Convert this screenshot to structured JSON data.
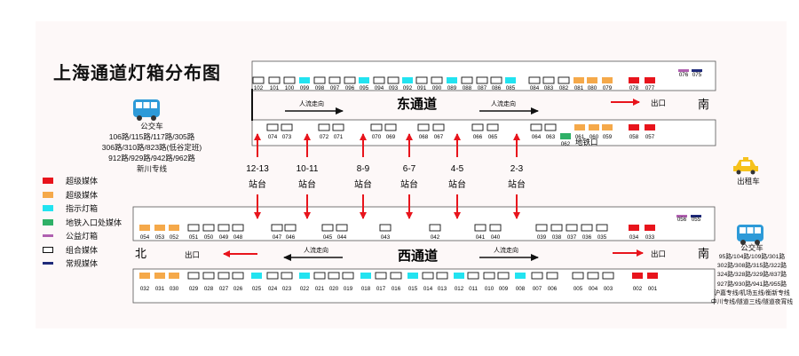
{
  "title": "上海通道灯箱分布图",
  "colors": {
    "super": "#e8141c",
    "premium": "#f5a94a",
    "indicator": "#22e3f0",
    "metro": "#2fb067",
    "public": "#b060b0",
    "combo": "#ffffff",
    "regular": "#1f2a7a",
    "arrow": "#e8141c"
  },
  "legend": [
    {
      "label": "超级媒体",
      "type": "super"
    },
    {
      "label": "超级媒体",
      "type": "premium"
    },
    {
      "label": "指示灯箱",
      "type": "indicator"
    },
    {
      "label": "地铁入口处媒体",
      "type": "metro"
    },
    {
      "label": "公益灯箱",
      "type": "public"
    },
    {
      "label": "组合媒体",
      "type": "combo"
    },
    {
      "label": "常规媒体",
      "type": "regular"
    }
  ],
  "bus_left": {
    "label": "公交车",
    "lines": [
      "106路/115路/117路/305路",
      "306路/310路/823路(低谷定班)",
      "912路/929路/942路/962路",
      "新川专线"
    ]
  },
  "taxi": {
    "label": "出租车"
  },
  "bus_right": {
    "label": "公交车",
    "lines": [
      "95路/104路/109路/301路",
      "302路/308路/315路/322路",
      "324路/328路/329路/837路",
      "927路/930路/941路/955路",
      "沪嘉专线/机场五线/衡新专线",
      "中川专线/隧道三线/隧道夜宵线"
    ]
  },
  "east": {
    "name": "东通道",
    "flow": [
      "人流走向",
      "人流走向"
    ],
    "exit": "出口",
    "south": "南",
    "metro_exit": "地铁口",
    "top_row": [
      {
        "n": "102",
        "t": "combo"
      },
      {
        "n": "101",
        "t": "combo"
      },
      {
        "n": "100",
        "t": "combo"
      },
      {
        "n": "099",
        "t": "indicator"
      },
      {
        "n": "098",
        "t": "combo"
      },
      {
        "n": "097",
        "t": "combo"
      },
      {
        "n": "096",
        "t": "combo"
      },
      {
        "n": "095",
        "t": "indicator"
      },
      {
        "n": "094",
        "t": "combo"
      },
      {
        "n": "093",
        "t": "combo"
      },
      {
        "n": "092",
        "t": "indicator"
      },
      {
        "n": "091",
        "t": "combo"
      },
      {
        "n": "090",
        "t": "combo"
      },
      {
        "n": "089",
        "t": "indicator"
      },
      {
        "n": "088",
        "t": "combo"
      },
      {
        "n": "087",
        "t": "combo"
      },
      {
        "n": "086",
        "t": "combo"
      },
      {
        "n": "085",
        "t": "indicator"
      },
      {
        "n": "084",
        "t": "combo"
      },
      {
        "n": "083",
        "t": "combo"
      },
      {
        "n": "082",
        "t": "combo"
      },
      {
        "n": "081",
        "t": "premium"
      },
      {
        "n": "080",
        "t": "premium"
      },
      {
        "n": "079",
        "t": "premium"
      },
      {
        "n": "078",
        "t": "super"
      },
      {
        "n": "077",
        "t": "super"
      },
      {
        "n": "076",
        "t": "public"
      },
      {
        "n": "075",
        "t": "regular"
      }
    ],
    "bottom_row": [
      {
        "n": "074",
        "t": "combo"
      },
      {
        "n": "073",
        "t": "combo"
      },
      {
        "n": "072",
        "t": "combo"
      },
      {
        "n": "071",
        "t": "combo"
      },
      {
        "n": "070",
        "t": "combo"
      },
      {
        "n": "069",
        "t": "combo"
      },
      {
        "n": "068",
        "t": "combo"
      },
      {
        "n": "067",
        "t": "combo"
      },
      {
        "n": "066",
        "t": "combo"
      },
      {
        "n": "065",
        "t": "combo"
      },
      {
        "n": "064",
        "t": "combo"
      },
      {
        "n": "063",
        "t": "combo"
      },
      {
        "n": "062",
        "t": "metro"
      },
      {
        "n": "061",
        "t": "premium"
      },
      {
        "n": "060",
        "t": "premium"
      },
      {
        "n": "059",
        "t": "premium"
      },
      {
        "n": "058",
        "t": "super"
      },
      {
        "n": "057",
        "t": "super"
      }
    ]
  },
  "platforms": [
    {
      "num": "12-13",
      "label": "站台"
    },
    {
      "num": "10-11",
      "label": "站台"
    },
    {
      "num": "8-9",
      "label": "站台"
    },
    {
      "num": "6-7",
      "label": "站台"
    },
    {
      "num": "4-5",
      "label": "站台"
    },
    {
      "num": "2-3",
      "label": "站台"
    }
  ],
  "west": {
    "name": "西通道",
    "flow": [
      "人流走向",
      "人流走向"
    ],
    "exit_left": "出口",
    "exit_right": "出口",
    "north": "北",
    "south": "南",
    "top_row": [
      {
        "n": "054",
        "t": "premium"
      },
      {
        "n": "053",
        "t": "premium"
      },
      {
        "n": "052",
        "t": "premium"
      },
      {
        "n": "051",
        "t": "combo"
      },
      {
        "n": "050",
        "t": "combo"
      },
      {
        "n": "049",
        "t": "combo"
      },
      {
        "n": "048",
        "t": "combo"
      },
      {
        "n": "047",
        "t": "combo"
      },
      {
        "n": "046",
        "t": "combo"
      },
      {
        "n": "045",
        "t": "combo"
      },
      {
        "n": "044",
        "t": "combo"
      },
      {
        "n": "043",
        "t": "combo"
      },
      {
        "n": "042",
        "t": "combo"
      },
      {
        "n": "041",
        "t": "combo"
      },
      {
        "n": "040",
        "t": "combo"
      },
      {
        "n": "039",
        "t": "combo"
      },
      {
        "n": "038",
        "t": "combo"
      },
      {
        "n": "037",
        "t": "combo"
      },
      {
        "n": "036",
        "t": "combo"
      },
      {
        "n": "035",
        "t": "combo"
      },
      {
        "n": "034",
        "t": "super"
      },
      {
        "n": "033",
        "t": "super"
      },
      {
        "n": "056",
        "t": "public"
      },
      {
        "n": "055",
        "t": "regular"
      }
    ],
    "bottom_row": [
      {
        "n": "032",
        "t": "premium"
      },
      {
        "n": "031",
        "t": "premium"
      },
      {
        "n": "030",
        "t": "premium"
      },
      {
        "n": "029",
        "t": "combo"
      },
      {
        "n": "028",
        "t": "combo"
      },
      {
        "n": "027",
        "t": "combo"
      },
      {
        "n": "026",
        "t": "combo"
      },
      {
        "n": "025",
        "t": "indicator"
      },
      {
        "n": "024",
        "t": "combo"
      },
      {
        "n": "023",
        "t": "combo"
      },
      {
        "n": "022",
        "t": "indicator"
      },
      {
        "n": "021",
        "t": "combo"
      },
      {
        "n": "020",
        "t": "combo"
      },
      {
        "n": "019",
        "t": "combo"
      },
      {
        "n": "018",
        "t": "indicator"
      },
      {
        "n": "017",
        "t": "combo"
      },
      {
        "n": "016",
        "t": "combo"
      },
      {
        "n": "015",
        "t": "indicator"
      },
      {
        "n": "014",
        "t": "combo"
      },
      {
        "n": "013",
        "t": "combo"
      },
      {
        "n": "012",
        "t": "indicator"
      },
      {
        "n": "011",
        "t": "combo"
      },
      {
        "n": "010",
        "t": "combo"
      },
      {
        "n": "009",
        "t": "combo"
      },
      {
        "n": "008",
        "t": "indicator"
      },
      {
        "n": "007",
        "t": "combo"
      },
      {
        "n": "006",
        "t": "combo"
      },
      {
        "n": "005",
        "t": "combo"
      },
      {
        "n": "004",
        "t": "combo"
      },
      {
        "n": "003",
        "t": "combo"
      },
      {
        "n": "002",
        "t": "super"
      },
      {
        "n": "001",
        "t": "super"
      }
    ]
  }
}
